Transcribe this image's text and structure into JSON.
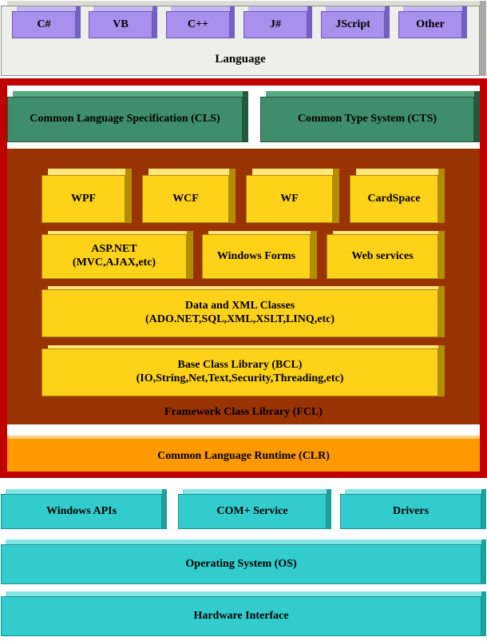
{
  "languages": [
    "C#",
    "VB",
    "C++",
    "J#",
    "JScript",
    "Other"
  ],
  "language_label": "Language",
  "cls": "Common Language Specification (CLS)",
  "cts": "Common Type System (CTS)",
  "fcl_row1": [
    "WPF",
    "WCF",
    "WF",
    "CardSpace"
  ],
  "aspnet": {
    "line1": "ASP.NET",
    "line2": "(MVC,AJAX,etc)"
  },
  "windows_forms": "Windows Forms",
  "web_services": "Web services",
  "data_xml": {
    "line1": "Data and XML Classes",
    "line2": "(ADO.NET,SQL,XML,XSLT,LINQ,etc)"
  },
  "bcl": {
    "line1": "Base Class Library (BCL)",
    "line2": "(IO,String,Net,Text,Security,Threading,etc)"
  },
  "fcl_label": "Framework Class Library (FCL)",
  "clr_label": "Common Language Runtime (CLR)",
  "os_services": [
    "Windows APIs",
    "COM+ Service",
    "Drivers"
  ],
  "os_label": "Operating System (OS)",
  "hardware_label": "Hardware Interface",
  "colors": {
    "clr_frame": "#c00000",
    "fcl_background": "#993300",
    "clr_band": "#ff9900",
    "language_box": "#a890ec",
    "spec_box": "#3f8e6b",
    "library_box": "#ffd21a",
    "platform_box": "#33cccc"
  }
}
